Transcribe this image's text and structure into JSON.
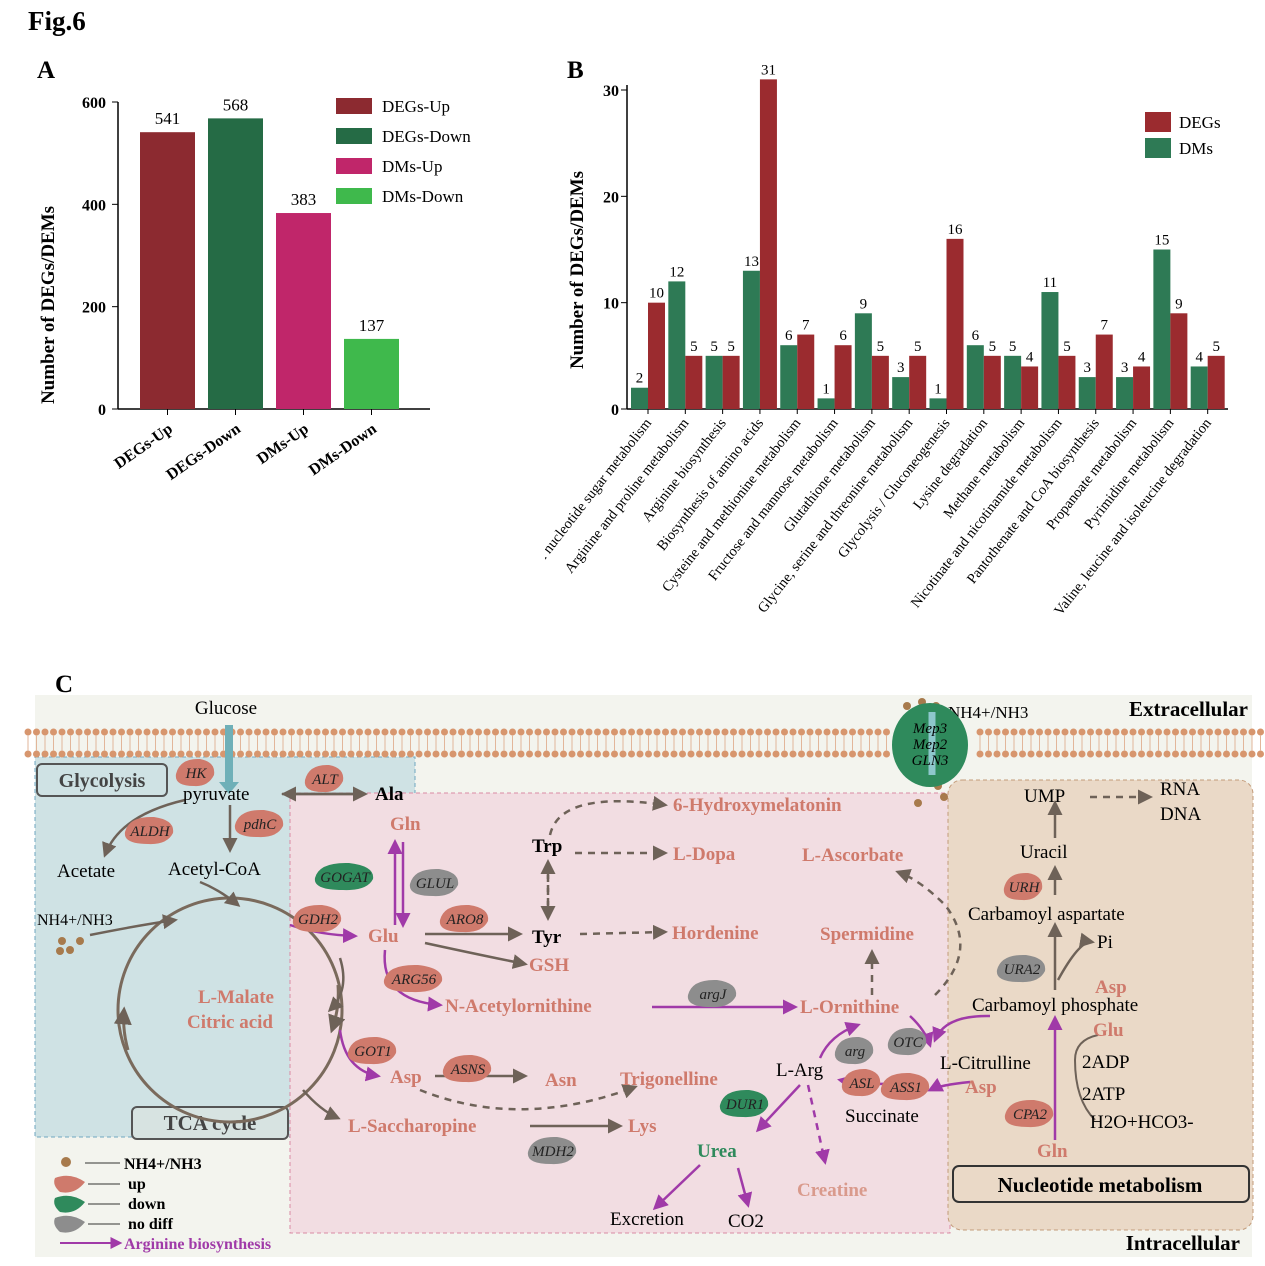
{
  "figure_label": "Fig.6",
  "panel_a": {
    "label": "A",
    "chart_data": {
      "type": "bar",
      "ylabel": "Number of DEGs/DEMs",
      "ylim": [
        0,
        600
      ],
      "yticks": [
        0,
        200,
        400,
        600
      ],
      "categories": [
        "DEGs-Up",
        "DEGs-Down",
        "DMs-Up",
        "DMs-Down"
      ],
      "values": [
        541,
        568,
        383,
        137
      ],
      "colors": [
        "#8c2a30",
        "#256b45",
        "#c0266a",
        "#3fb94c"
      ],
      "legend": [
        "DEGs-Up",
        "DEGs-Down",
        "DMs-Up",
        "DMs-Down"
      ],
      "legend_position": "top-right",
      "grid": false
    }
  },
  "panel_b": {
    "label": "B",
    "chart_data": {
      "type": "bar",
      "ylabel": "Number of DEGs/DEMs",
      "ylim": [
        0,
        30
      ],
      "yticks": [
        0,
        10,
        20,
        30
      ],
      "categories": [
        "Amino sugar and nucleotide sugar metabolism",
        "Arginine and proline metabolism",
        "Arginine biosynthesis",
        "Biosynthesis of amino acids",
        "Cysteine and methionine metabolism",
        "Fructose and mannose metabolism",
        "Glutathione metabolism",
        "Glycine, serine and threonine metabolism",
        "Glycolysis / Gluconeogenesis",
        "Lysine degradation",
        "Methane metabolism",
        "Nicotinate and nicotinamide metabolism",
        "Pantothenate and CoA biosynthesis",
        "Propanoate metabolism",
        "Pyrimidine metabolism",
        "Valine, leucine and isoleucine degradation"
      ],
      "series": [
        {
          "name": "DMs",
          "color": "#2e7a55",
          "values": [
            2,
            12,
            5,
            13,
            6,
            1,
            9,
            3,
            1,
            6,
            5,
            11,
            3,
            3,
            15,
            4
          ]
        },
        {
          "name": "DEGs",
          "color": "#9b2b2f",
          "values": [
            10,
            5,
            5,
            31,
            7,
            6,
            5,
            5,
            16,
            5,
            4,
            5,
            7,
            4,
            9,
            5
          ]
        }
      ],
      "legend": [
        "DEGs",
        "DMs"
      ],
      "legend_position": "top-right",
      "grid": false
    }
  },
  "panel_c": {
    "label": "C",
    "extracellular": "Extracellular",
    "intracellular": "Intracellular",
    "glucose": "Glucose",
    "nh4_top": "NH4+/NH3",
    "transporters": [
      "Mep3",
      "Mep2",
      "GLN3"
    ],
    "glycolysis": "Glycolysis",
    "tca": "TCA cycle",
    "nucleotide": "Nucleotide metabolism",
    "metabolites": {
      "pyruvate": "pyruvate",
      "ala": "Ala",
      "acetate": "Acetate",
      "acetyl_coa": "Acetyl-CoA",
      "nh4_left": "NH4+/NH3",
      "malate": "L-Malate",
      "citric": "Citric acid",
      "gln": "Gln",
      "glu": "Glu",
      "trp": "Trp",
      "tyr": "Tyr",
      "gsh": "GSH",
      "hydroxymelatonin": "6-Hydroxymelatonin",
      "ldopa": "L-Dopa",
      "ascorbate": "L-Ascorbate",
      "hordenine": "Hordenine",
      "spermidine": "Spermidine",
      "acetylornithine": "N-Acetylornithine",
      "ornithine": "L-Ornithine",
      "asp": "Asp",
      "asn": "Asn",
      "trigonelline": "Trigonelline",
      "larg": "L-Arg",
      "citrulline": "L-Citrulline",
      "succinate": "Succinate",
      "asp2": "Asp",
      "saccharopine": "L-Saccharopine",
      "lys": "Lys",
      "urea": "Urea",
      "creatine": "Creatine",
      "excretion": "Excretion",
      "co2": "CO2",
      "ump": "UMP",
      "rna": "RNA",
      "dna": "DNA",
      "uracil": "Uracil",
      "carb_asp": "Carbamoyl aspartate",
      "pi": "Pi",
      "asp3": "Asp",
      "carb_phos": "Carbamoyl phosphate",
      "glu2": "Glu",
      "adp": "2ADP",
      "atp": "2ATP",
      "h2o": "H2O+HCO3-",
      "gln2": "Gln"
    },
    "enzymes": {
      "hk": "HK",
      "alt": "ALT",
      "aldh": "ALDH",
      "pdhc": "pdhC",
      "gogat": "GOGAT",
      "glul": "GLUL",
      "gdh2": "GDH2",
      "aro8": "ARO8",
      "arg56": "ARG56",
      "argj": "argJ",
      "got1": "GOT1",
      "asns": "ASNS",
      "mdh2": "MDH2",
      "dur1": "DUR1",
      "arg": "arg",
      "otc": "OTC",
      "asl": "ASL",
      "ass1": "ASS1",
      "urh": "URH",
      "ura2": "URA2",
      "cpa2": "CPA2"
    },
    "legend": {
      "nh4": "NH4+/NH3",
      "up": "up",
      "down": "down",
      "nodiff": "no diff",
      "arginine": "Arginine biosynthesis"
    },
    "colors": {
      "up": "#cf7a6c",
      "down": "#2f8a5c",
      "nodiff": "#8d8d8d",
      "arginine": "#a03aa8",
      "metab": "#cf7a6c"
    }
  }
}
